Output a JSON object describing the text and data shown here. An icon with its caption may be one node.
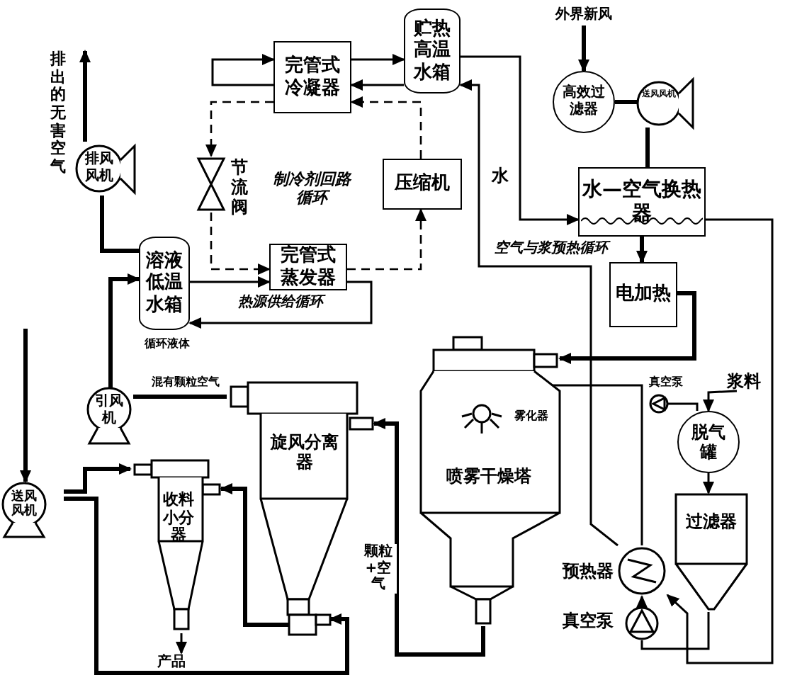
{
  "diagram": {
    "nodes": [
      {
        "text": [
          "完管式冷凝器"
        ]
      },
      {
        "text": [
          "贮热高温水箱"
        ]
      },
      {
        "text": [
          "外界新风"
        ]
      },
      {
        "text": [
          "高效过滤器"
        ]
      },
      {
        "text": [
          "送风风机"
        ]
      },
      {
        "text": [
          "压缩机"
        ]
      },
      {
        "text": [
          "水—空气换热器"
        ]
      },
      {
        "text": [
          "电加热"
        ]
      },
      {
        "text": [
          "节流阀"
        ]
      },
      {
        "text": [
          "完管式蒸发器"
        ]
      },
      {
        "text": [
          "溶液低温水箱"
        ],
        "beside": [
          "循环液体"
        ]
      },
      {
        "text": [
          "排风风机"
        ]
      },
      {
        "text": [
          "引风机"
        ]
      },
      {
        "text": [
          "送风风机"
        ]
      },
      {
        "text": [
          "旋风分离器"
        ]
      },
      {
        "text": [
          "收料小分器"
        ]
      },
      {
        "text": [
          "喷雾干燥塔"
        ]
      },
      {
        "text": [
          "雾化器"
        ],
        "in": 16
      },
      {
        "text": [
          "浆料"
        ]
      },
      {
        "text": [
          "真空泵"
        ]
      },
      {
        "text": [
          "脱气罐"
        ]
      },
      {
        "text": [
          "过滤器"
        ]
      },
      {
        "text": [
          "预热器"
        ]
      },
      {
        "text": [
          "真空泵"
        ]
      },
      {
        "text": [
          "产品"
        ]
      }
    ],
    "edges": [
      {
        "from": 1,
        "to": 0,
        "arrow": "to"
      },
      {
        "from": 0,
        "to": 1,
        "arrow": "to"
      },
      {
        "from": 5,
        "to": 0,
        "arrow": "to",
        "style": "dashed"
      },
      {
        "from": 0,
        "to": 8,
        "arrow": "to",
        "style": "dashed"
      },
      {
        "from": 8,
        "to": 9,
        "arrow": "to",
        "style": "dashed"
      },
      {
        "from": 9,
        "to": 5,
        "arrow": "to",
        "style": "dashed"
      },
      {
        "from": 1,
        "to": 6,
        "arrow": "to",
        "label": "水"
      },
      {
        "from": 6,
        "to": 22,
        "arrow": "to"
      },
      {
        "from": 22,
        "to": 1,
        "arrow": "to",
        "label": "空气与浆预热循环"
      },
      {
        "from": 2,
        "to": 3,
        "arrow": "to",
        "style": "thick"
      },
      {
        "from": 3,
        "to": 4,
        "arrow": "none",
        "style": "thick"
      },
      {
        "from": 4,
        "to": 6,
        "arrow": "none",
        "style": "thick"
      },
      {
        "from": 6,
        "to": 7,
        "arrow": "to",
        "style": "thick"
      },
      {
        "from": 7,
        "to": 16,
        "arrow": "to",
        "style": "thick"
      },
      {
        "from": 16,
        "to": 14,
        "arrow": "to",
        "style": "thick",
        "label": "颗粒+空气"
      },
      {
        "from": 14,
        "to": 12,
        "arrow": "none",
        "style": "thick",
        "label": "混有颗粒空气"
      },
      {
        "from": 12,
        "to": 10,
        "arrow": "to",
        "style": "thick"
      },
      {
        "from": 10,
        "to": 11,
        "arrow": "none",
        "style": "thick"
      },
      {
        "from": 11,
        "to": null,
        "arrow": "to",
        "style": "thick",
        "label": "排出的无害空气"
      },
      {
        "from": null,
        "to": 13,
        "arrow": "to",
        "style": "thick"
      },
      {
        "from": 13,
        "to": 15,
        "arrow": "to",
        "style": "thick"
      },
      {
        "from": 13,
        "to": 14,
        "arrow": "to",
        "style": "thick"
      },
      {
        "from": 14,
        "to": 15,
        "arrow": "to",
        "style": "thick"
      },
      {
        "from": 10,
        "to": 9,
        "arrow": "to"
      },
      {
        "from": 9,
        "to": 10,
        "arrow": "to",
        "label": "热源供给循环"
      },
      {
        "from": 18,
        "to": 20,
        "arrow": "to"
      },
      {
        "from": 19,
        "to": 20,
        "arrow": "none"
      },
      {
        "from": 20,
        "to": 21,
        "arrow": "to"
      },
      {
        "from": 21,
        "to": 23,
        "arrow": "none"
      },
      {
        "from": 23,
        "to": 22,
        "arrow": "to"
      },
      {
        "from": 22,
        "to": 17,
        "arrow": "to"
      },
      {
        "from": 15,
        "to": 24,
        "arrow": "to"
      },
      {
        "from": 0,
        "to": 0,
        "arrow": "to"
      }
    ],
    "labels": [
      "制冷剂回路循环"
    ]
  }
}
